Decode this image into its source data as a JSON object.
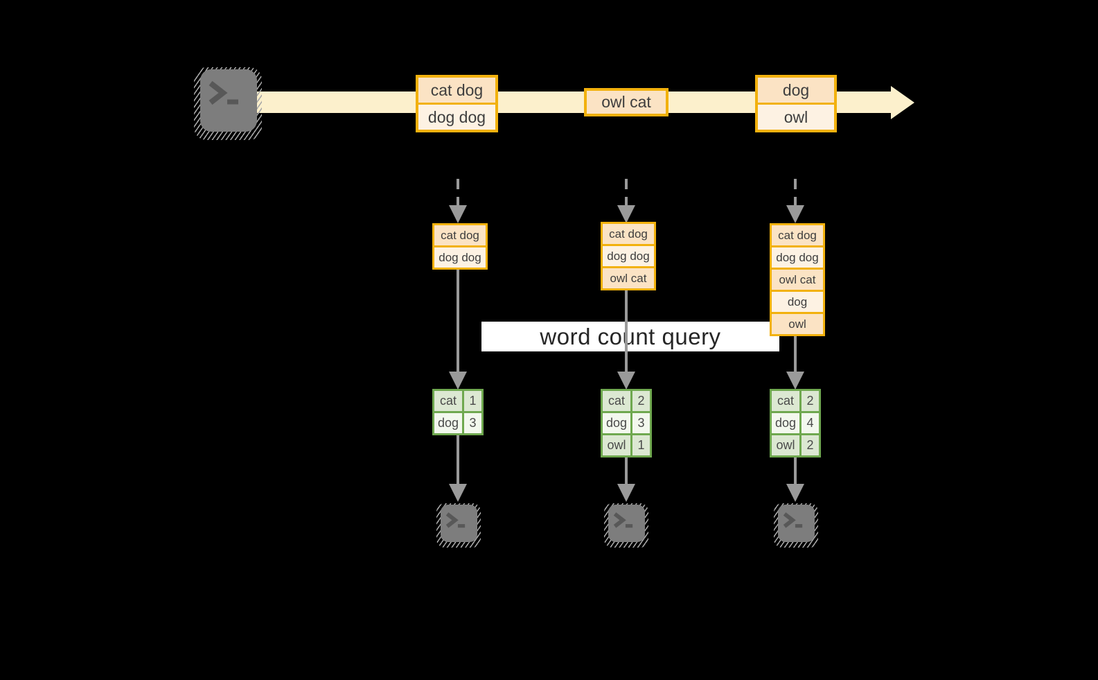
{
  "label": {
    "text": "word count query"
  },
  "stream": {
    "events": [
      {
        "rows": [
          "cat dog",
          "dog dog"
        ]
      },
      {
        "rows": [
          "owl cat"
        ]
      },
      {
        "rows": [
          "dog",
          "owl"
        ]
      }
    ]
  },
  "columns": [
    {
      "buffer": [
        "cat dog",
        "dog dog"
      ],
      "counts": [
        {
          "word": "cat",
          "count": "1"
        },
        {
          "word": "dog",
          "count": "3"
        }
      ]
    },
    {
      "buffer": [
        "cat dog",
        "dog dog",
        "owl cat"
      ],
      "counts": [
        {
          "word": "cat",
          "count": "2"
        },
        {
          "word": "dog",
          "count": "3"
        },
        {
          "word": "owl",
          "count": "1"
        }
      ]
    },
    {
      "buffer": [
        "cat dog",
        "dog dog",
        "owl cat",
        "dog",
        "owl"
      ],
      "counts": [
        {
          "word": "cat",
          "count": "2"
        },
        {
          "word": "dog",
          "count": "4"
        },
        {
          "word": "owl",
          "count": "2"
        }
      ]
    }
  ],
  "icons": {
    "source": "terminal-icon",
    "sinks": [
      "terminal-icon",
      "terminal-icon",
      "terminal-icon"
    ]
  },
  "colors": {
    "background": "#000000",
    "stream_band": "#fcf0cc",
    "box_border": "#f2b10d",
    "box_fill_peach": "#fbe3c4",
    "box_fill_cream": "#fdf2e3",
    "table_border": "#6fa84f",
    "table_row_dark": "#dce8d2",
    "table_row_light": "#f3f8ee",
    "arrow_gray": "#9a9a9a",
    "label_bg": "#ffffff",
    "label_text": "#262626",
    "terminal_gray": "#7d7d7d"
  }
}
